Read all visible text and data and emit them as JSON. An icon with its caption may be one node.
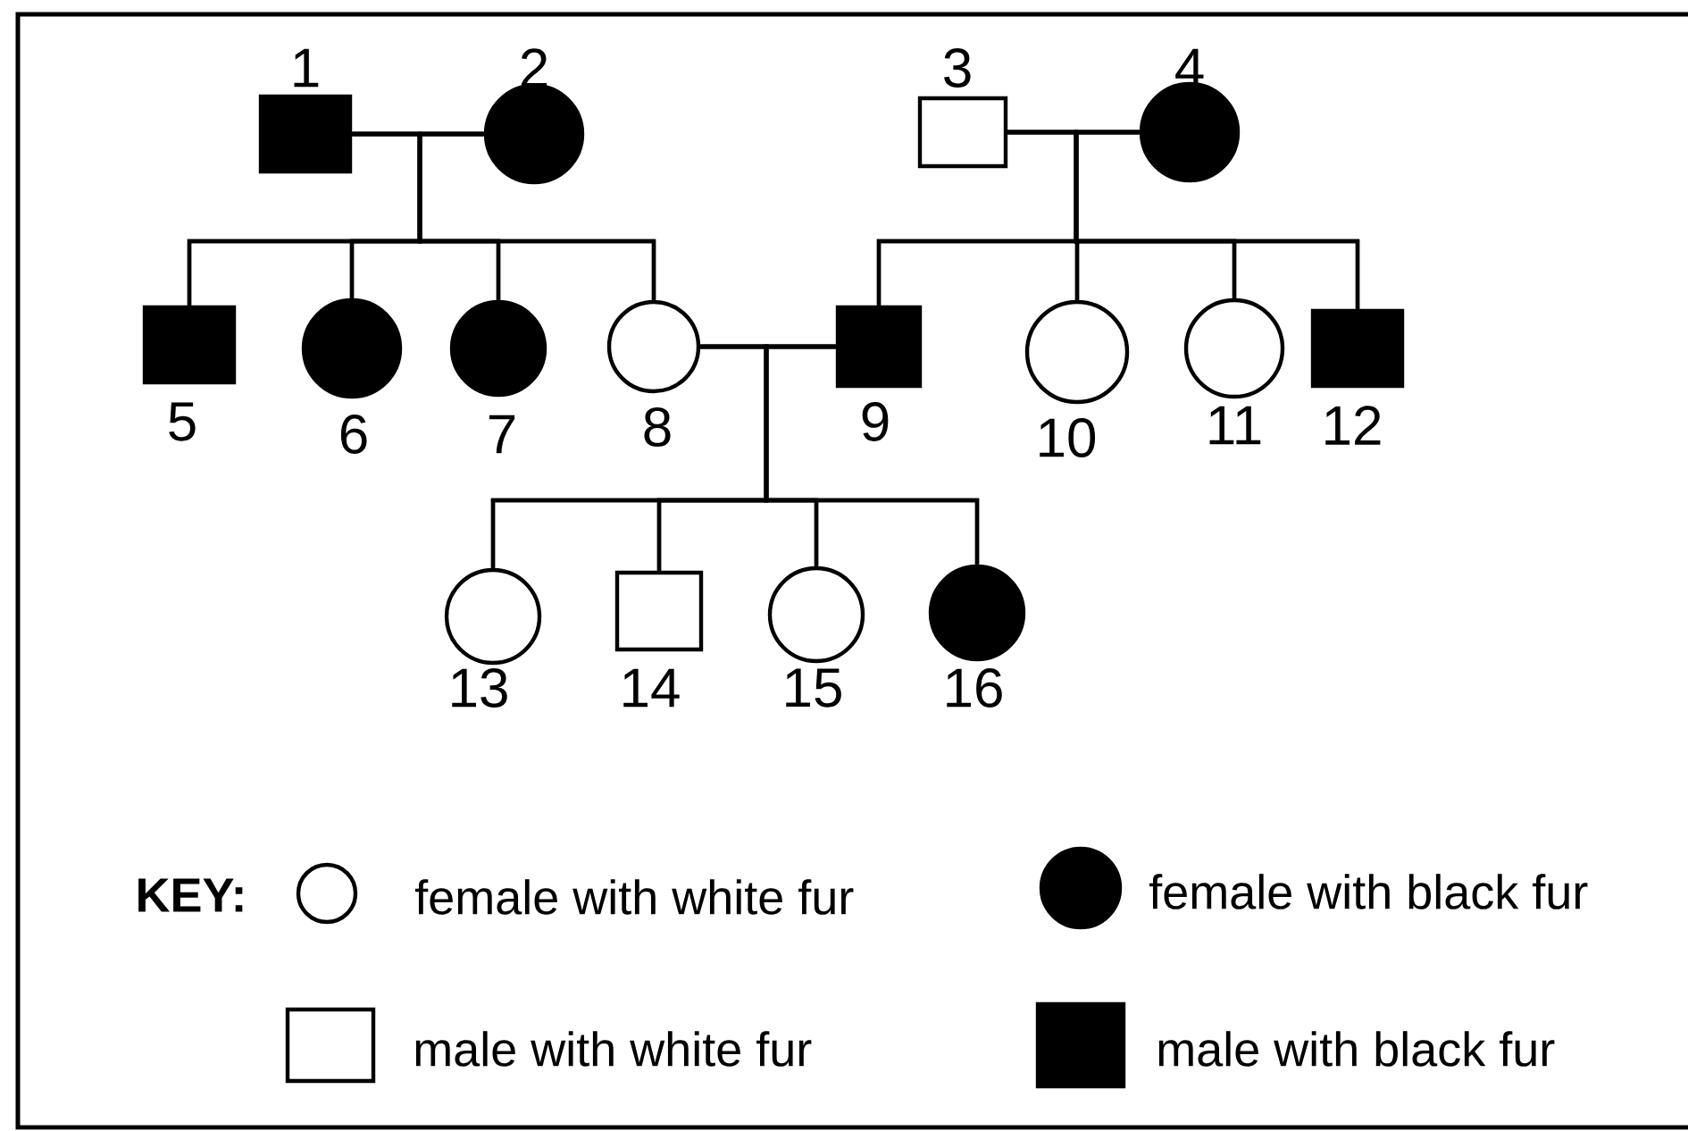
{
  "diagram": {
    "nodes": [
      {
        "text": [
          "1"
        ]
      },
      {
        "text": [
          "2"
        ]
      },
      {
        "text": [
          "3"
        ]
      },
      {
        "text": [
          "4"
        ]
      },
      {
        "text": [
          "5"
        ]
      },
      {
        "text": [
          "6"
        ]
      },
      {
        "text": [
          "7"
        ]
      },
      {
        "text": [
          "8"
        ]
      },
      {
        "text": [
          "9"
        ]
      },
      {
        "text": [
          "10"
        ]
      },
      {
        "text": [
          "11"
        ]
      },
      {
        "text": [
          "12"
        ]
      },
      {
        "text": [
          "13"
        ]
      },
      {
        "text": [
          "14"
        ]
      },
      {
        "text": [
          "15"
        ]
      },
      {
        "text": [
          "16"
        ]
      }
    ],
    "edges": [
      {
        "from": 0,
        "to": 1,
        "arrow": "none"
      },
      {
        "from": 2,
        "to": 3,
        "arrow": "none"
      },
      {
        "from": 7,
        "to": 8,
        "arrow": "none"
      },
      {
        "from": 0,
        "to": 4,
        "arrow": "none"
      },
      {
        "from": 1,
        "to": 4,
        "arrow": "none"
      },
      {
        "from": 0,
        "to": 5,
        "arrow": "none"
      },
      {
        "from": 1,
        "to": 5,
        "arrow": "none"
      },
      {
        "from": 0,
        "to": 6,
        "arrow": "none"
      },
      {
        "from": 1,
        "to": 6,
        "arrow": "none"
      },
      {
        "from": 0,
        "to": 7,
        "arrow": "none"
      },
      {
        "from": 1,
        "to": 7,
        "arrow": "none"
      },
      {
        "from": 2,
        "to": 8,
        "arrow": "none"
      },
      {
        "from": 3,
        "to": 8,
        "arrow": "none"
      },
      {
        "from": 2,
        "to": 9,
        "arrow": "none"
      },
      {
        "from": 3,
        "to": 9,
        "arrow": "none"
      },
      {
        "from": 2,
        "to": 10,
        "arrow": "none"
      },
      {
        "from": 3,
        "to": 10,
        "arrow": "none"
      },
      {
        "from": 2,
        "to": 11,
        "arrow": "none"
      },
      {
        "from": 3,
        "to": 11,
        "arrow": "none"
      },
      {
        "from": 7,
        "to": 12,
        "arrow": "none"
      },
      {
        "from": 8,
        "to": 12,
        "arrow": "none"
      },
      {
        "from": 7,
        "to": 13,
        "arrow": "none"
      },
      {
        "from": 8,
        "to": 13,
        "arrow": "none"
      },
      {
        "from": 7,
        "to": 14,
        "arrow": "none"
      },
      {
        "from": 8,
        "to": 14,
        "arrow": "none"
      },
      {
        "from": 7,
        "to": 15,
        "arrow": "none"
      },
      {
        "from": 8,
        "to": 15,
        "arrow": "none"
      }
    ],
    "labels": [
      "KEY:"
    ],
    "legend": [
      {
        "text": "female with white fur"
      },
      {
        "text": "female with black fur"
      },
      {
        "text": "male with white fur"
      },
      {
        "text": "male with black fur"
      }
    ]
  }
}
